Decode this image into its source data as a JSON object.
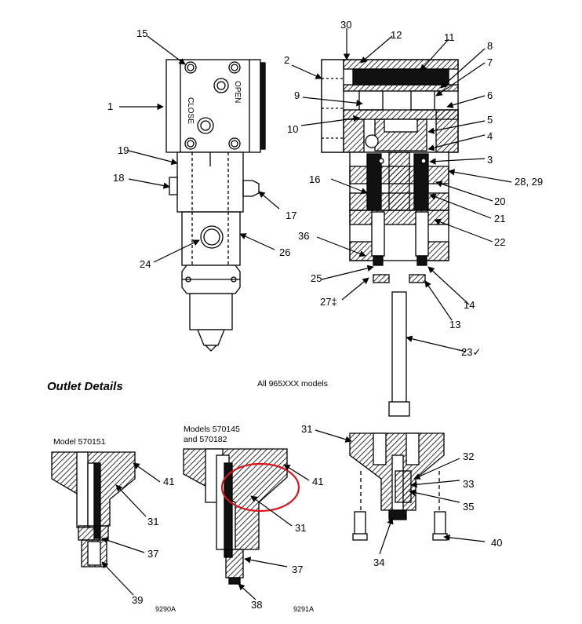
{
  "heading": "Outlet Details",
  "models_note": "All 965XXX models",
  "captions": {
    "model_a": "Model 570151",
    "model_b_line1": "Models 570145",
    "model_b_line2": "and 570182"
  },
  "figure_ids": {
    "left": "9290A",
    "right": "9291A"
  },
  "valve_text": {
    "open": "OPEN",
    "close": "CLOSE"
  },
  "callouts": {
    "c1": "1",
    "c2": "2",
    "c3": "3",
    "c4": "4",
    "c5": "5",
    "c6": "6",
    "c7": "7",
    "c8": "8",
    "c9": "9",
    "c10": "10",
    "c11": "11",
    "c12": "12",
    "c13": "13",
    "c14": "14",
    "c15": "15",
    "c16": "16",
    "c17": "17",
    "c18": "18",
    "c19": "19",
    "c20": "20",
    "c21": "21",
    "c22": "22",
    "c23": "23✓",
    "c24": "24",
    "c25": "25",
    "c26": "26",
    "c27": "27‡",
    "c28_29": "28, 29",
    "c30": "30",
    "c36": "36",
    "c31a": "31",
    "c41a": "41",
    "c37a": "37",
    "c39": "39",
    "c41b": "41",
    "c31b": "31",
    "c37b": "37",
    "c38": "38",
    "c31c": "31",
    "c32": "32",
    "c33": "33",
    "c35": "35",
    "c34": "34",
    "c40": "40"
  },
  "colors": {
    "ink": "#000000",
    "highlight": "#d9141b"
  }
}
